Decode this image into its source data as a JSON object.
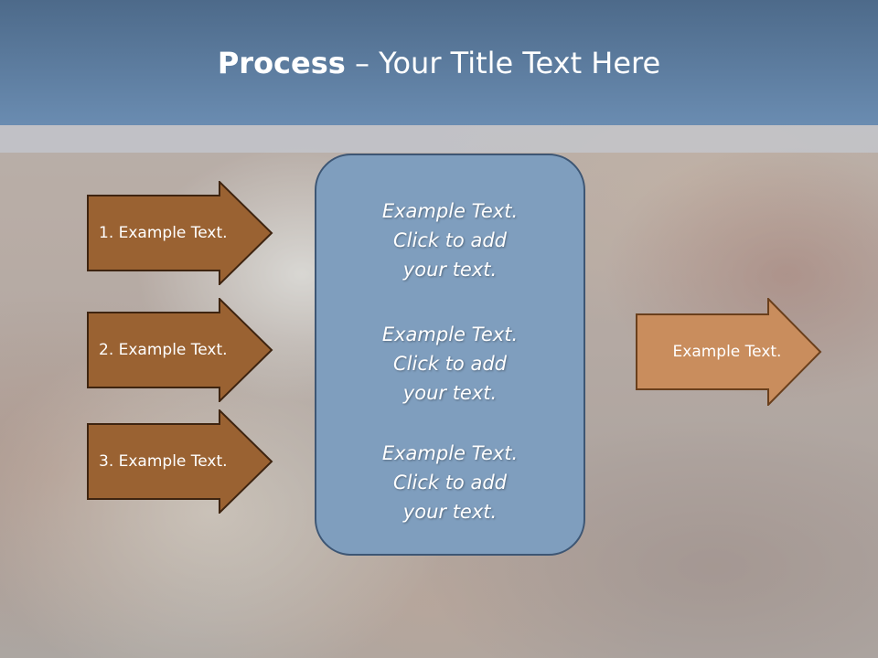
{
  "slide": {
    "title_bold": "Process",
    "title_rest": " – Your Title Text Here"
  },
  "left_arrows": [
    {
      "label": "1. Example Text."
    },
    {
      "label": "2. Example Text."
    },
    {
      "label": "3. Example Text."
    }
  ],
  "center_box": {
    "blocks": [
      {
        "line1": "Example Text.",
        "line2": "Click  to add",
        "line3": "your text."
      },
      {
        "line1": "Example Text.",
        "line2": "Click  to add",
        "line3": "your text."
      },
      {
        "line1": "Example Text.",
        "line2": "Click  to add",
        "line3": "your text."
      }
    ]
  },
  "right_arrow": {
    "label": "Example Text."
  },
  "colors": {
    "header": "#5f7fa3",
    "left_arrow_fill": "#9a6232",
    "right_arrow_fill": "#c98d5d",
    "center_box_fill": "#7f9ebe"
  }
}
